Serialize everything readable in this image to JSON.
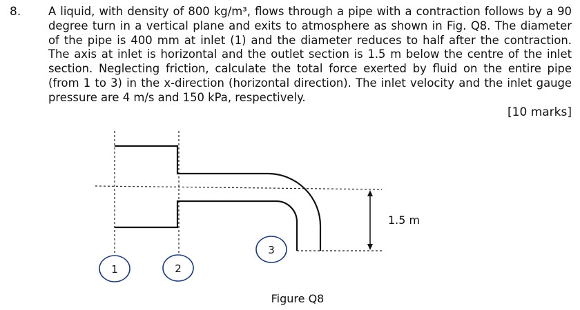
{
  "question": {
    "number": "8.",
    "text": "A liquid, with density of 800 kg/m³, flows through a pipe with a contraction follows by a 90 degree turn in a vertical plane and exits to atmosphere as shown in Fig. Q8. The diameter of the pipe is 400 mm at inlet (1) and the diameter reduces to half after the contraction. The axis at inlet is horizontal and the outlet section is 1.5 m below the centre of the inlet section. Neglecting friction, calculate the total force exerted by fluid on the entire pipe (from 1 to 3) in the x-direction (horizontal direction). The inlet velocity and the inlet gauge pressure are 4 m/s and 150 kPa, respectively.",
    "marks": "[10 marks]"
  },
  "figure": {
    "caption": "Figure Q8",
    "section_labels": [
      "1",
      "2",
      "3"
    ],
    "dimension_label": "1.5 m"
  }
}
